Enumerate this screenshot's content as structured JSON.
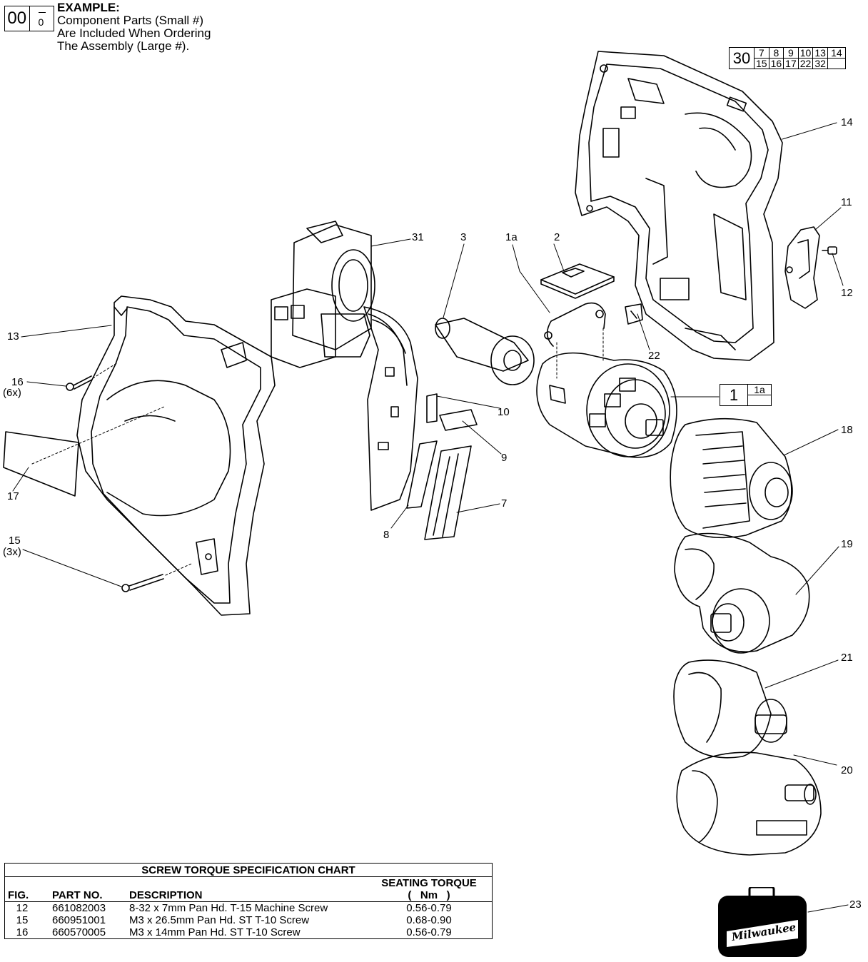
{
  "example": {
    "big_number": "00",
    "small_number": "0",
    "title": "EXAMPLE:",
    "line1": "Component Parts (Small #)",
    "line2": "Are Included When Ordering",
    "line3": "The Assembly (Large #)."
  },
  "assembly_30": {
    "number": "30",
    "row1": [
      "7",
      "8",
      "9",
      "10",
      "13",
      "14"
    ],
    "row2": [
      "15",
      "16",
      "17",
      "22",
      "32",
      ""
    ]
  },
  "assembly_1": {
    "number": "1",
    "row1": [
      "1a"
    ],
    "row2": [
      ""
    ]
  },
  "callouts": {
    "c14": "14",
    "c11": "11",
    "c12": "12",
    "c31": "31",
    "c3": "3",
    "c1a": "1a",
    "c2": "2",
    "c22": "22",
    "c13": "13",
    "c16": "16",
    "c16_qty": "(6x)",
    "c10": "10",
    "c9": "9",
    "c18": "18",
    "c17": "17",
    "c7": "7",
    "c8": "8",
    "c15": "15",
    "c15_qty": "(3x)",
    "c19": "19",
    "c21": "21",
    "c20": "20",
    "c23": "23"
  },
  "brand": {
    "logo_text": "Milwaukee"
  },
  "torque_chart": {
    "title": "SCREW TORQUE SPECIFICATION CHART",
    "col_fig": "FIG.",
    "col_part": "PART NO.",
    "col_desc": "DESCRIPTION",
    "col_torque_1": "SEATING TORQUE",
    "col_torque_2": "(   Nm   )",
    "rows": [
      {
        "fig": "12",
        "part": "661082003",
        "desc": "8-32 x 7mm Pan Hd. T-15 Machine Screw",
        "torque": "0.56-0.79"
      },
      {
        "fig": "15",
        "part": "660951001",
        "desc": "M3 x 26.5mm Pan Hd. ST T-10 Screw",
        "torque": "0.68-0.90"
      },
      {
        "fig": "16",
        "part": "660570005",
        "desc": "M3 x 14mm Pan Hd. ST T-10 Screw",
        "torque": "0.56-0.79"
      }
    ]
  }
}
